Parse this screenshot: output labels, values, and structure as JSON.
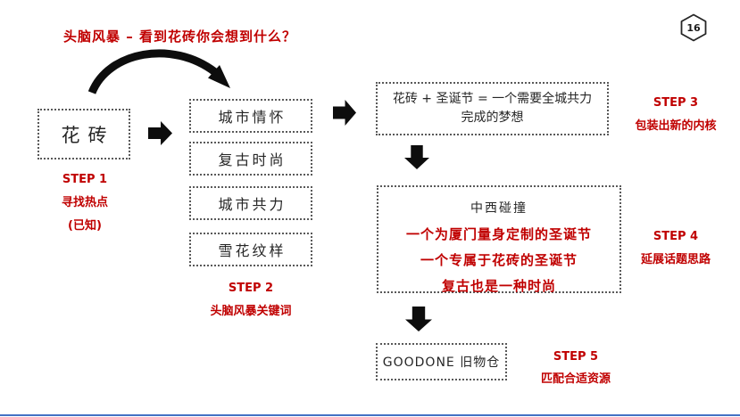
{
  "slide": {
    "title": "头脑风暴 – 看到花砖你会想到什么？",
    "page_number": "16"
  },
  "steps": {
    "step1": {
      "label": "STEP 1",
      "desc1": "寻找热点",
      "desc2": "(已知)"
    },
    "step2": {
      "label": "STEP 2",
      "desc1": "头脑风暴关键词"
    },
    "step3": {
      "label": "STEP 3",
      "desc1": "包装出新的内核"
    },
    "step4": {
      "label": "STEP 4",
      "desc1": "延展话题思路"
    },
    "step5": {
      "label": "STEP 5",
      "desc1": "匹配合适资源"
    }
  },
  "boxes": {
    "source": {
      "label": "花砖"
    },
    "keywords": [
      {
        "label": "城市情怀"
      },
      {
        "label": "复古时尚"
      },
      {
        "label": "城市共力"
      },
      {
        "label": "雪花纹样"
      }
    ],
    "concept": {
      "line1": "花砖 + 圣诞节 = 一个需要全城共力",
      "line2": "完成的梦想"
    },
    "theme": {
      "title": "中西碰撞",
      "lines": [
        "一个为厦门量身定制的圣诞节",
        "一个专属于花砖的圣诞节",
        "复古也是一种时尚"
      ]
    },
    "resource": {
      "label": "GOODONE 旧物仓"
    }
  },
  "colors": {
    "accent_red": "#c00000",
    "text_black": "#262626",
    "arrow_black": "#0d0d0d",
    "bottom_line_blue": "#4472c4"
  }
}
